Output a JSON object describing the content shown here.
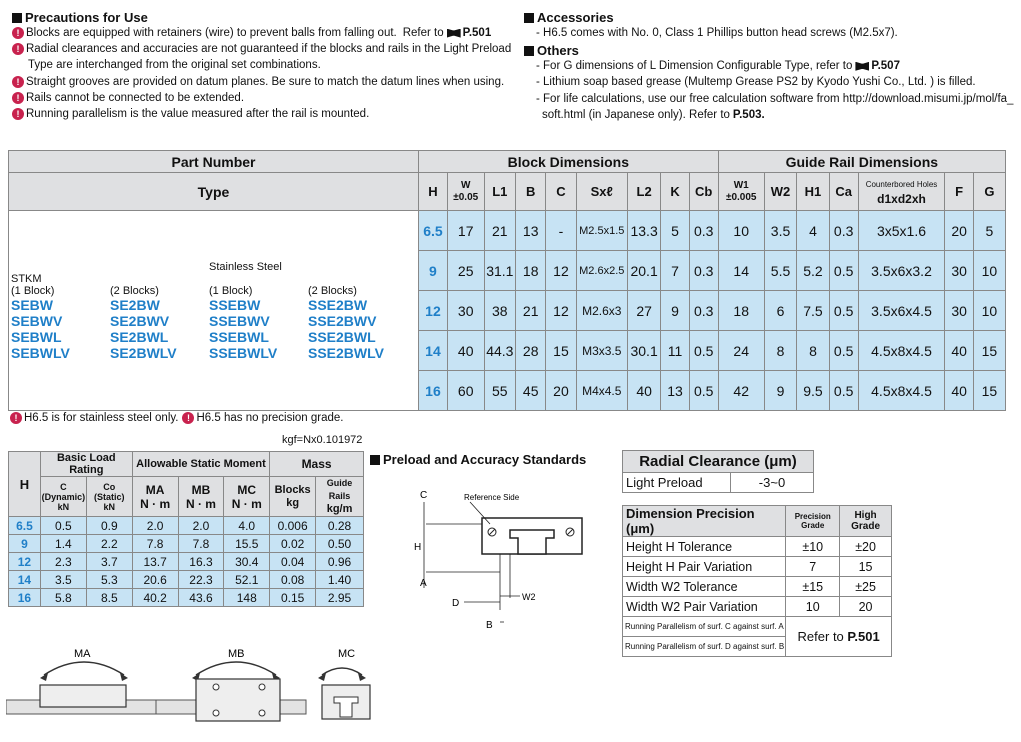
{
  "precautions": {
    "title": "Precautions for Use",
    "items": [
      {
        "text": "Blocks are equipped with retainers (wire) to prevent balls from falling out.",
        "ref_prefix": "Refer to",
        "ref": "P.501"
      },
      {
        "text": "Radial clearances and accuracies are not guaranteed if the blocks and rails in the Light Preload"
      },
      {
        "text": "Type are interchanged from the original set combinations.",
        "indent": true
      },
      {
        "text": "Straight grooves are provided on datum planes.  Be sure to match the datum lines when using."
      },
      {
        "text": "Rails cannot be connected to be extended."
      },
      {
        "text": "Running parallelism is the value measured after the rail is mounted."
      }
    ]
  },
  "accessories": {
    "title": "Accessories",
    "lines": [
      "- H6.5 comes with No. 0, Class 1 Phillips button head screws (M2.5x7)."
    ]
  },
  "others": {
    "title": "Others",
    "lines": [
      {
        "text": "- For G dimensions of L Dimension Configurable Type, refer to",
        "ref": "P.507"
      },
      {
        "text": "- Lithium soap based grease (Multemp Grease PS2 by Kyodo Yushi Co., Ltd. ) is filled."
      },
      {
        "text": "- For life calculations, use our free calculation software from http://download.misumi.jp/mol/fa_"
      },
      {
        "text": "soft.html (in Japanese only). Refer to",
        "ref": "P.503.",
        "indent": true
      }
    ]
  },
  "main_table": {
    "part_number": "Part Number",
    "block_dimensions": "Block Dimensions",
    "guide_rail_dimensions": "Guide Rail Dimensions",
    "type": "Type",
    "cols": {
      "H": "H",
      "W": "W",
      "W_tol": "±0.05",
      "L1": "L1",
      "B": "B",
      "C": "C",
      "Sxl": "Sxℓ",
      "L2": "L2",
      "K": "K",
      "Cb": "Cb",
      "W1": "W1",
      "W1_tol": "±0.005",
      "W2": "W2",
      "H1": "H1",
      "Ca": "Ca",
      "counterbored": "Counterbored Holes",
      "d1xd2xh": "d1xd2xh",
      "F": "F",
      "G": "G"
    },
    "types": {
      "stkm_label": "STKM",
      "one_block": "(1 Block)",
      "two_blocks": "(2 Blocks)",
      "stainless_label": "Stainless Steel",
      "one_block_s": "(1 Block)",
      "two_blocks_s": "(2 Blocks)",
      "col1": [
        "SEBW",
        "SEBWV",
        "SEBWL",
        "SEBWLV"
      ],
      "col2": [
        "SE2BW",
        "SE2BWV",
        "SE2BWL",
        "SE2BWLV"
      ],
      "col3": [
        "SSEBW",
        "SSEBWV",
        "SSEBWL",
        "SSEBWLV"
      ],
      "col4": [
        "SSE2BW",
        "SSE2BWV",
        "SSE2BWL",
        "SSE2BWLV"
      ]
    },
    "rows": [
      [
        "6.5",
        "17",
        "21",
        "13",
        "-",
        "M2.5x1.5",
        "13.3",
        "5",
        "0.3",
        "10",
        "3.5",
        "4",
        "0.3",
        "3x5x1.6",
        "20",
        "5"
      ],
      [
        "9",
        "25",
        "31.1",
        "18",
        "12",
        "M2.6x2.5",
        "20.1",
        "7",
        "0.3",
        "14",
        "5.5",
        "5.2",
        "0.5",
        "3.5x6x3.2",
        "30",
        "10"
      ],
      [
        "12",
        "30",
        "38",
        "21",
        "12",
        "M2.6x3",
        "27",
        "9",
        "0.3",
        "18",
        "6",
        "7.5",
        "0.5",
        "3.5x6x4.5",
        "30",
        "10"
      ],
      [
        "14",
        "40",
        "44.3",
        "28",
        "15",
        "M3x3.5",
        "30.1",
        "11",
        "0.5",
        "24",
        "8",
        "8",
        "0.5",
        "4.5x8x4.5",
        "40",
        "15"
      ],
      [
        "16",
        "60",
        "55",
        "45",
        "20",
        "M4x4.5",
        "40",
        "13",
        "0.5",
        "42",
        "9",
        "9.5",
        "0.5",
        "4.5x8x4.5",
        "40",
        "15"
      ]
    ]
  },
  "notes_below": [
    "H6.5 is for stainless steel only.",
    "H6.5 has no precision grade."
  ],
  "load_table": {
    "unit_note": "kgf=Nx0.101972",
    "H": "H",
    "basic_load": "Basic Load Rating",
    "allow_moment": "Allowable Static Moment",
    "mass": "Mass",
    "C": "C",
    "C_sub": "(Dynamic)",
    "C_unit": "kN",
    "Co": "Co",
    "Co_sub": "(Static)",
    "Co_unit": "kN",
    "MA": "MA",
    "MB": "MB",
    "MC": "MC",
    "Nm": "N · m",
    "blocks": "Blocks",
    "blocks_unit": "kg",
    "rails": "Guide Rails",
    "rails_unit": "kg/m",
    "rows": [
      [
        "6.5",
        "0.5",
        "0.9",
        "2.0",
        "2.0",
        "4.0",
        "0.006",
        "0.28"
      ],
      [
        "9",
        "1.4",
        "2.2",
        "7.8",
        "7.8",
        "15.5",
        "0.02",
        "0.50"
      ],
      [
        "12",
        "2.3",
        "3.7",
        "13.7",
        "16.3",
        "30.4",
        "0.04",
        "0.96"
      ],
      [
        "14",
        "3.5",
        "5.3",
        "20.6",
        "22.3",
        "52.1",
        "0.08",
        "1.40"
      ],
      [
        "16",
        "5.8",
        "8.5",
        "40.2",
        "43.6",
        "148",
        "0.15",
        "2.95"
      ]
    ]
  },
  "preload": {
    "title": "Preload and Accuracy Standards",
    "labels": {
      "C": "C",
      "H": "H",
      "A": "A",
      "D": "D",
      "B": "B",
      "W2": "W2",
      "ref_side": "Reference Side"
    }
  },
  "radial": {
    "title": "Radial Clearance (μm)",
    "label": "Light Preload",
    "value": "-3~0"
  },
  "precision": {
    "title": "Dimension Precision (μm)",
    "precision_grade": "Precision Grade",
    "high_grade": "High Grade",
    "rows": [
      [
        "Height H Tolerance",
        "±10",
        "±20"
      ],
      [
        "Height H Pair Variation",
        "7",
        "15"
      ],
      [
        "Width W2 Tolerance",
        "±15",
        "±25"
      ],
      [
        "Width W2 Pair Variation",
        "10",
        "20"
      ]
    ],
    "parallel_c": "Running Parallelism of surf. C against surf. A",
    "parallel_d": "Running Parallelism of surf. D against surf. B",
    "refer": "Refer to",
    "refer_page": "P.501"
  },
  "moments": {
    "MA": "MA",
    "MB": "MB",
    "MC": "MC"
  }
}
